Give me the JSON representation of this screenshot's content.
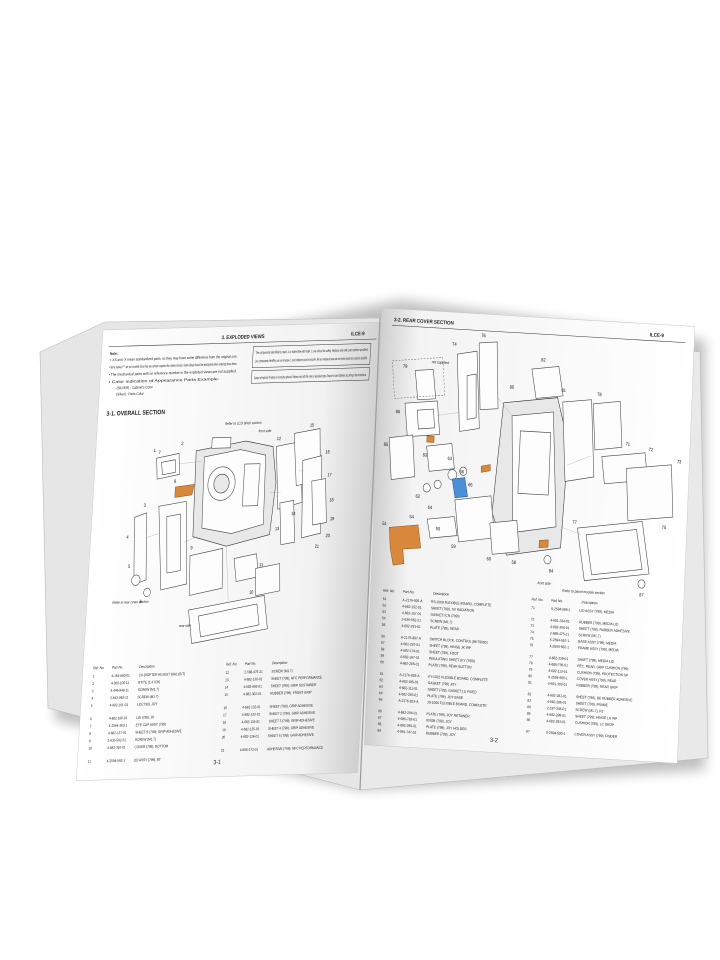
{
  "left_page": {
    "chapter_title": "3. EXPLODED VIEWS",
    "model": "ILCE-9",
    "note_heading": "Note:",
    "notes": [
      "• -XX and -X mean standardized parts, so they may have some difference from the original one.",
      "• Items marked \"*\" are not stocked since they are seldom required for routine service. Some delay should be anticipated when ordering these items.",
      "• The mechanical parts with no reference number in the exploded views are not supplied.",
      "• Color indication of Appearance Parts Example:",
      "(SILVER) : Cabinet's Color",
      "(Silver) : Parts Color"
    ],
    "safety_note": "The components identified by mark ⚠ or dotted line with mark ⚠ are critical for safety. Replace only with part number specified.",
    "safety_note_fr": "Les composants identifiés par une marque ⚠ sont critiques pour la sécurité. Ne les remplacer que par une pièce portant le numéro spécifié.",
    "battery_warning": "Danger of explosion if battery is incorrectly replaced. Replace only with the same or equivalent type. Dispose of used batteries according to the instructions.",
    "section_title": "3-1. OVERALL SECTION",
    "annotations": {
      "to_lcd": "Refer to LCD block section",
      "front_side": "front side",
      "to_rear": "Refer to rear cover section",
      "rear_side": "rear side"
    },
    "columns": [
      "Ref. No.",
      "Part No.",
      "Description"
    ],
    "parts_left": [
      [
        "1",
        "4-164-660-01",
        "CV-DIOPTER ADJUST DIAL (B/T)"
      ],
      [
        "2",
        "4-300-106-11",
        "BT/TE (1.4 ICH)"
      ],
      [
        "3",
        "4-446-848-11",
        "SCREW (M1.7)"
      ],
      [
        "4",
        "2-643-062-11",
        "SCREW (M1.7)"
      ],
      [
        "5",
        "4-682-161-01",
        "LID (799), JOY"
      ],
      [
        "6",
        "4-682-160-01",
        "LID (799), JK"
      ],
      [
        "7",
        "X-2594-363-1",
        "EYE CUP ASSY (799)"
      ],
      [
        "8",
        "4-682-137-01",
        "SHEET B (799), GRIP ADHESIVE"
      ],
      [
        "9",
        "2-635-562-31",
        "SCREW (M1.7)"
      ],
      [
        "10",
        "4-682-310-01",
        "COVER (799), BOTTOM"
      ],
      [
        "11",
        "X-2594-592-1",
        "LID ASSY (799), BT"
      ]
    ],
    "parts_right": [
      [
        "12",
        "2-588-475-21",
        "SCREW (M1.7)"
      ],
      [
        "13",
        "4-682-130-01",
        "SHEET (799), NFC PERFORMANCE"
      ],
      [
        "14",
        "4-682-693-01",
        "SHEET (799), GRIP SUSTAINER"
      ],
      [
        "15",
        "4-682-302-01",
        "RUBBER (799), FRONT GRIP"
      ],
      [
        "16",
        "4-682-132-01",
        "SHEET (799), GRIP ADHESIVE"
      ],
      [
        "17",
        "4-682-133-01",
        "SHEET 2 (799), GRIP ADHESIVE"
      ],
      [
        "18",
        "4-682-134-01",
        "SHEET 3 (799), GRIP ADHESIVE"
      ],
      [
        "19",
        "4-682-135-01",
        "SHEET 4 (799), GRIP ADHESIVE"
      ],
      [
        "20",
        "4-682-136-01",
        "SHEET 5 (799), GRIP ADHESIVE"
      ],
      [
        "21",
        "4-696-372-01",
        "ADHESIVE (799), NFC PERFORMANCE"
      ]
    ],
    "page_number": "3-1"
  },
  "right_page": {
    "model": "ILCE-9",
    "section_title": "3-2. REAR COVER SECTION",
    "annotations": {
      "not_supplied": "not supplied",
      "front_side": "front side",
      "to_panel": "Refer to panel module section"
    },
    "columns": [
      "Ref. No.",
      "Part No.",
      "Description"
    ],
    "parts_left": [
      [
        "51",
        "A-2176-926-A",
        "RS-1009 FLEXIBLE BOARD, COMPLETE"
      ],
      [
        "52",
        "4-682-152-01",
        "SHEET (799), SV RADIATION"
      ],
      [
        "53",
        "4-682-157-01",
        "GASKET (CN (799))"
      ],
      [
        "54",
        "2-635-562-21",
        "SCREW (M1.7)"
      ],
      [
        "55",
        "4-682-291-01",
        "PLATE (799), REAR"
      ],
      [
        "56",
        "A-2176-897-A",
        "SWITCH BLOCK, CONTROL (BK79000)"
      ],
      [
        "57",
        "4-682-287-01",
        "SHEET (799), HINGE JK WP"
      ],
      [
        "58",
        "4-682-174-01",
        "SHEET (799), FOOT"
      ],
      [
        "59",
        "4-682-167-01",
        "INSULATING SHEET (KY (799))"
      ],
      [
        "60",
        "4-682-285-01",
        "PLATE (799), REAR BUTTON"
      ],
      [
        "61",
        "A-2176-929-A",
        "KY-1022 FLEXIBLE BOARD, COMPLETE"
      ],
      [
        "62",
        "4-682-185-01",
        "GASKET (799) JOY"
      ],
      [
        "63",
        "4-682-111-01",
        "SHEET (799), GASKET (1) FIXED"
      ],
      [
        "64",
        "4-682-293-01",
        "PLATE (799), JOY BASE"
      ],
      [
        "65",
        "A-2176-923-A",
        "JS-1008 FLEXIBLE BOARD, COMPLETE"
      ],
      [
        "66",
        "4-682-294-01",
        "PLATE (799), JOY RETAINER"
      ],
      [
        "67",
        "4-686-783-01",
        "KNOB (799), JOY"
      ],
      [
        "68",
        "4-682-295-01",
        "PLATE (799), JOY HOLDER"
      ],
      [
        "69",
        "4-691-747-01",
        "RUBBER (799), JOY"
      ]
    ],
    "parts_right": [
      [
        "71",
        "X-2594-596-1",
        "LID ASSY (799), MEDIA"
      ],
      [
        "72",
        "4-691-334-01",
        "RUBBER (799), MEDIA LID"
      ],
      [
        "73",
        "4-682-306-01",
        "SHEET (799), RUBBER ADHESIVE"
      ],
      [
        "74",
        "2-588-475-21",
        "SCREW (M1.7)"
      ],
      [
        "75",
        "X-2594-557-1",
        "BASE ASSY (799), MEDIA"
      ],
      [
        "76",
        "X-2594-562-1",
        "FRAME ASSY (799), MEDIA"
      ],
      [
        "77",
        "4-682-339-01",
        "SHAFT (799), MEDIA LID"
      ],
      [
        "78",
        "4-685-736-01",
        "REC. REAR, GRIP CUSHION (799)"
      ],
      [
        "79",
        "4-682-113-01",
        "CUSHION (799), PROTECTION SP"
      ],
      [
        "80",
        "X-2594-565-1",
        "COVER ASSY (799), REAR"
      ],
      [
        "81",
        "4-691-303-01",
        "RUBBER (799), REAR GRIP"
      ],
      [
        "82",
        "4-682-281-01",
        "SHEET (799), RE RUBBER ADHESIVE"
      ],
      [
        "83",
        "4-682-286-01",
        "SHEET (799), FRAME"
      ],
      [
        "84",
        "2-197-345-01",
        "SCREW (M1.7), P2"
      ],
      [
        "85",
        "4-682-288-01",
        "SHEET (799), HINGE LH WP"
      ],
      [
        "86",
        "4-682-283-01",
        "CUSHION (799), LC DROP"
      ],
      [
        "87",
        "X-2594-590-1",
        "COVER ASSY (799), FINDER"
      ]
    ],
    "page_number": "3-2"
  }
}
